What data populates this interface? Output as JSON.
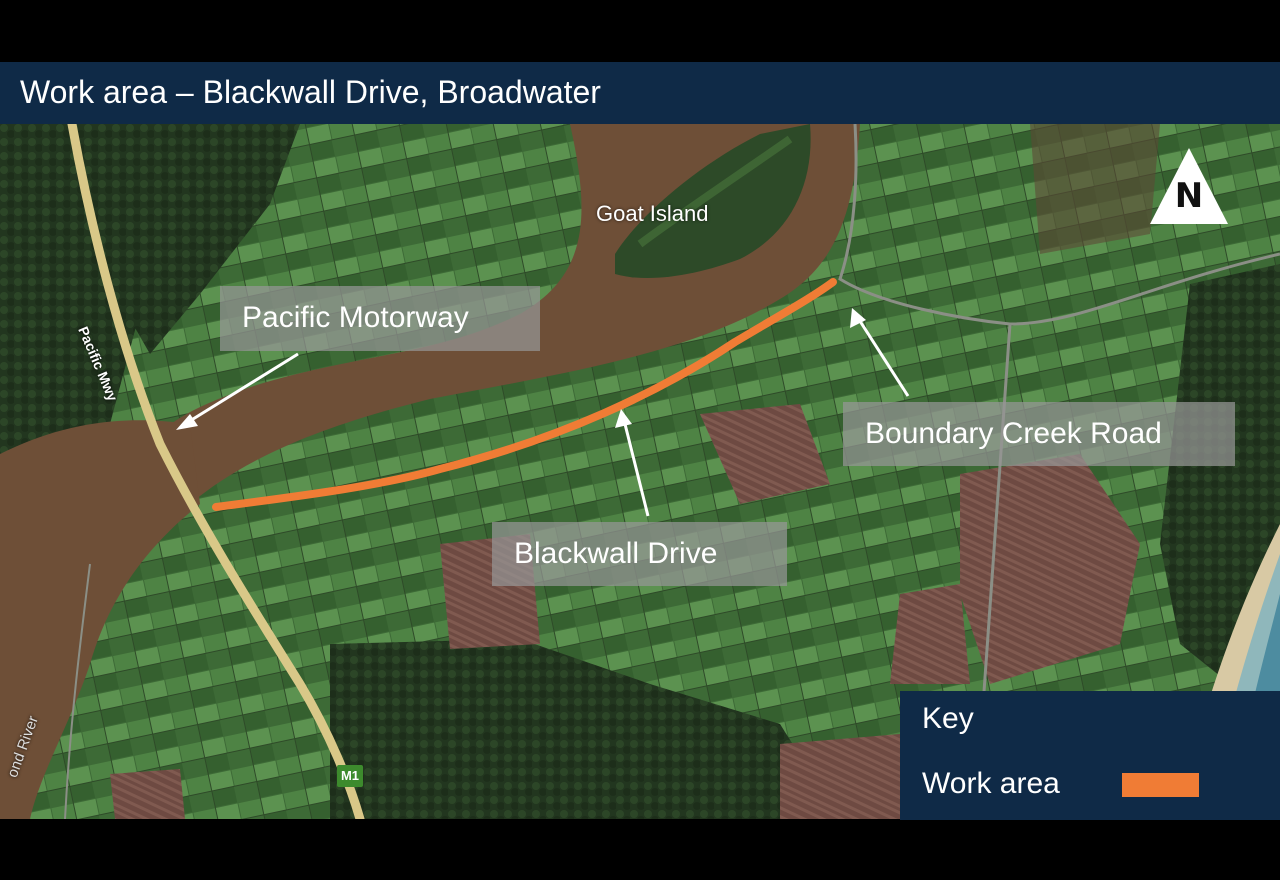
{
  "header": {
    "title": "Work area – Blackwall Drive, Broadwater"
  },
  "map": {
    "callouts": {
      "pacific_motorway": "Pacific Motorway",
      "boundary_creek_road": "Boundary Creek Road",
      "blackwall_drive": "Blackwall Drive"
    },
    "place_labels": {
      "goat_island": "Goat Island",
      "pacific_mwy_road": "Pacific Mwy",
      "river": "ond River",
      "m1_shield": "M1"
    },
    "north_indicator": "N",
    "icons": [
      "north-arrow-icon",
      "callout-arrow-icon"
    ]
  },
  "key": {
    "title": "Key",
    "items": [
      {
        "label": "Work area",
        "color": "#f07c35"
      }
    ]
  },
  "colors": {
    "title_bar": "#0f2a47",
    "work_area": "#f07c35",
    "river": "#6e4f37",
    "farmland": "#3f6b3a",
    "motorway": "#d9c888"
  }
}
